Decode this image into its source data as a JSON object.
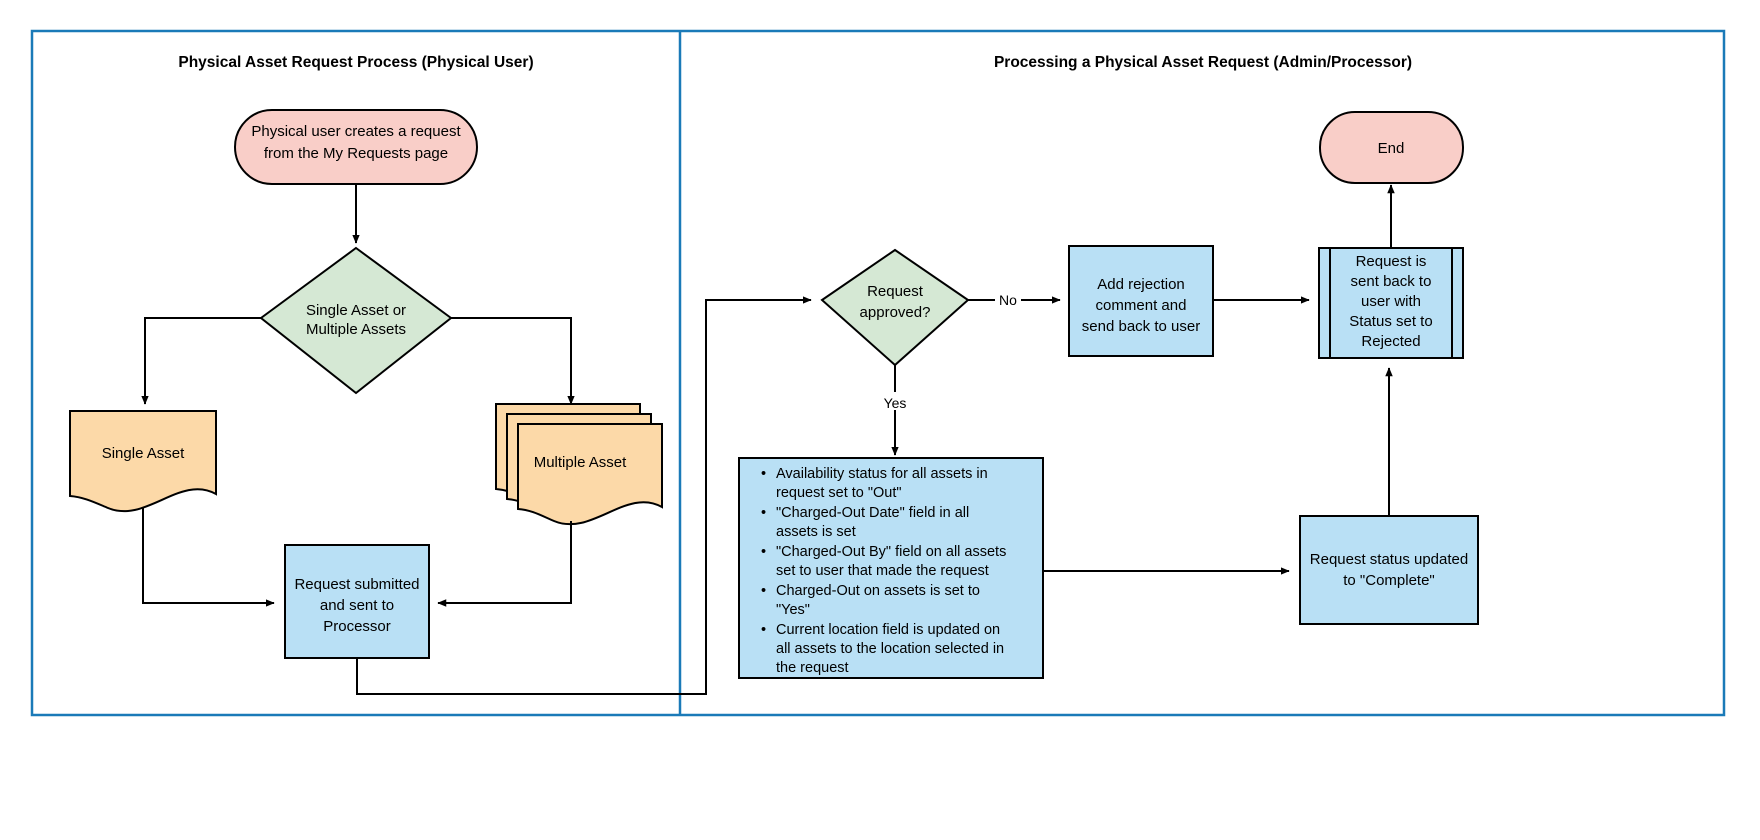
{
  "diagram": {
    "title_left": "Physical Asset Request Process (Physical User)",
    "title_right": "Processing a Physical Asset Request (Admin/Processor)",
    "colors": {
      "terminator_fill": "#f9cec8",
      "decision_fill": "#d5e8d4",
      "document_fill": "#fcd9a8",
      "process_fill": "#b9e0f5",
      "stroke": "#000000",
      "panel_border": "#1a7ab8",
      "background": "#ffffff"
    },
    "nodes": {
      "start": {
        "label_line1": "Physical user creates a request",
        "label_line2": "from the My Requests page",
        "shape": "terminator"
      },
      "decision_single_multi": {
        "label_line1": "Single Asset or",
        "label_line2": "Multiple Assets",
        "shape": "decision"
      },
      "single_asset": {
        "label": "Single Asset",
        "shape": "document"
      },
      "multiple_asset": {
        "label": "Multiple Asset",
        "shape": "multi-document"
      },
      "request_submitted": {
        "label_line1": "Request submitted",
        "label_line2": "and sent to",
        "label_line3": "Processor",
        "shape": "process"
      },
      "decision_approved": {
        "label_line1": "Request",
        "label_line2": "approved?",
        "shape": "decision"
      },
      "add_rejection": {
        "label_line1": "Add rejection",
        "label_line2": "comment and",
        "label_line3": "send back to user",
        "shape": "process"
      },
      "sent_back_rejected": {
        "label_line1": "Request is",
        "label_line2": "sent back to",
        "label_line3": "user with",
        "label_line4": "Status set to",
        "label_line5": "Rejected",
        "shape": "predefined-process"
      },
      "end": {
        "label": "End",
        "shape": "terminator"
      },
      "status_complete": {
        "label_line1": "Request status updated",
        "label_line2": "to \"Complete\"",
        "shape": "process"
      },
      "approved_actions": {
        "shape": "process",
        "bullets": [
          [
            "Availability status for all assets in",
            "request set to \"Out\""
          ],
          [
            "\"Charged-Out Date\" field in all",
            "assets is set"
          ],
          [
            "\"Charged-Out By\" field on all assets",
            "set to user that made the request"
          ],
          [
            "Charged-Out on assets is set to",
            "\"Yes\""
          ],
          [
            "Current location field is updated on",
            "all assets to the location selected in",
            "the request"
          ]
        ]
      }
    },
    "edge_labels": {
      "no": "No",
      "yes": "Yes"
    }
  }
}
